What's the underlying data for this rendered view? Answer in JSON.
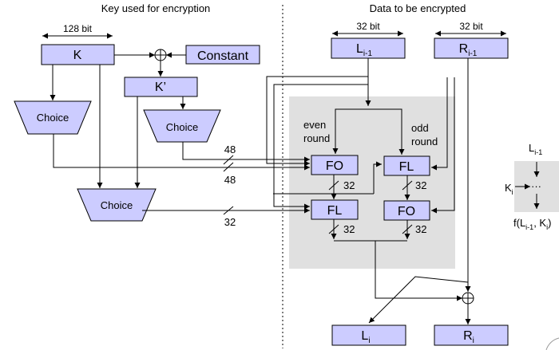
{
  "headers": {
    "key_section": "Key used for encryption",
    "data_section": "Data to be encrypted"
  },
  "widths": {
    "key": "128 bit",
    "left_half": "32 bit",
    "right_half": "32 bit"
  },
  "boxes": {
    "k": "K",
    "constant": "Constant",
    "k_prime": "K’",
    "choice_left": "Choice",
    "choice_right": "Choice",
    "choice_bottom": "Choice",
    "l_prev": "L",
    "r_prev": "R",
    "fo_top": "FO",
    "fl_top": "FL",
    "fl_bottom": "FL",
    "fo_bottom": "FO",
    "l_next": "L",
    "r_next": "R"
  },
  "subscripts": {
    "prev": "i-1",
    "next": "i"
  },
  "round_labels": {
    "even_1": "even",
    "even_2": "round",
    "odd_1": "odd",
    "odd_2": "round"
  },
  "bus_widths": {
    "w48_top": "48",
    "w48_bottom": "48",
    "w32_key": "32",
    "w32_fo_top": "32",
    "w32_fl_top": "32",
    "w32_fl_bottom": "32",
    "w32_fo_bottom": "32"
  },
  "legend": {
    "input": "L",
    "input_sub": "i-1",
    "key": "K",
    "key_sub": "i",
    "dots": "···",
    "output_prefix": "f(L",
    "output_sub1": "i-1",
    "output_mid": ", K",
    "output_sub2": "i",
    "output_suffix": ")"
  }
}
